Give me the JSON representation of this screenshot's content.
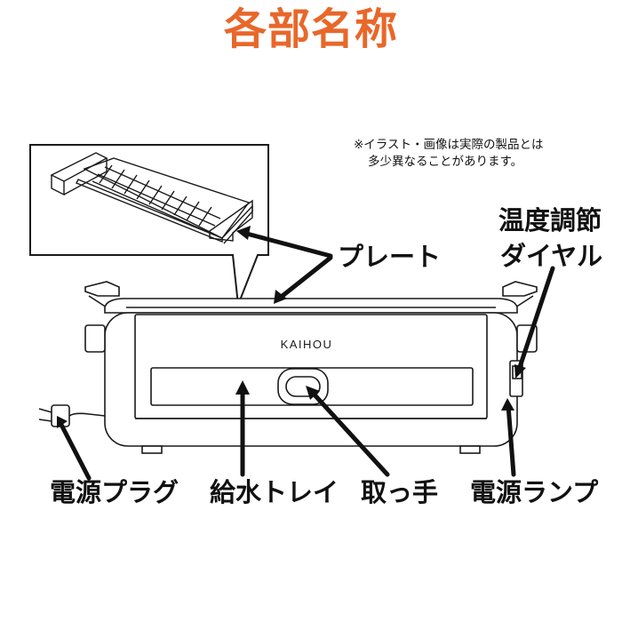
{
  "title": "各部名称",
  "note": {
    "line1": "※イラスト・画像は実際の製品とは",
    "line2": "多少異なることがあります。"
  },
  "brand": "KAIHOU",
  "labels": {
    "plate": "プレート",
    "dial_line1": "温度調節",
    "dial_line2": "ダイヤル",
    "power_plug": "電源プラグ",
    "water_tray": "給水トレイ",
    "handle": "取っ手",
    "power_lamp": "電源ランプ"
  },
  "colors": {
    "title": "#e8672a",
    "text": "#111111",
    "line": "#1a1a1a"
  }
}
